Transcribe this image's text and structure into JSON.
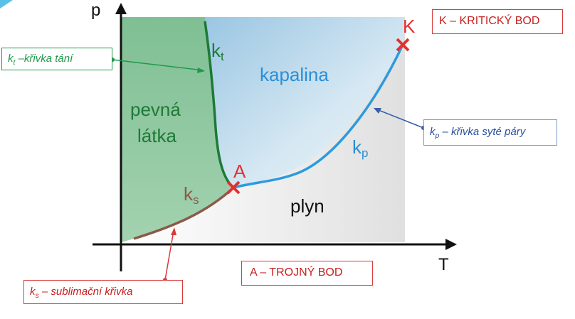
{
  "axes": {
    "y_label": "p",
    "x_label": "T"
  },
  "regions": {
    "solid_line1": "pevná",
    "solid_line2": "látka",
    "liquid": "kapalina",
    "gas": "plyn"
  },
  "curve_labels": {
    "melting": {
      "base": "k",
      "sub": "t"
    },
    "vapor": {
      "base": "k",
      "sub": "p"
    },
    "sublimation": {
      "base": "k",
      "sub": "s"
    }
  },
  "points": {
    "triple": "A",
    "critical": "K"
  },
  "callouts": {
    "melting": {
      "base": "k",
      "sub": "t",
      "text": " –křivka tání"
    },
    "vapor": {
      "base": "k",
      "sub": "p",
      "text": " – křivka syté páry"
    },
    "sublimation": {
      "base": "k",
      "sub": "s",
      "text": " – sublimační křivka"
    }
  },
  "boxes": {
    "critical": "K – KRITICKÝ BOD",
    "triple": "A – TROJNÝ BOD"
  },
  "colors": {
    "solid_fill": "#86c399",
    "liquid_fill": "#a8cfe6",
    "gas_fill": "#e4e4e4",
    "melting_curve": "#1d7a37",
    "vapor_curve": "#2b9be0",
    "sublimation_curve": "#8a5a48",
    "point_marker": "#e53030",
    "liquid_text": "#2a8fd6",
    "solid_text": "#1d7a37",
    "sublimation_text": "#8a5a48"
  }
}
